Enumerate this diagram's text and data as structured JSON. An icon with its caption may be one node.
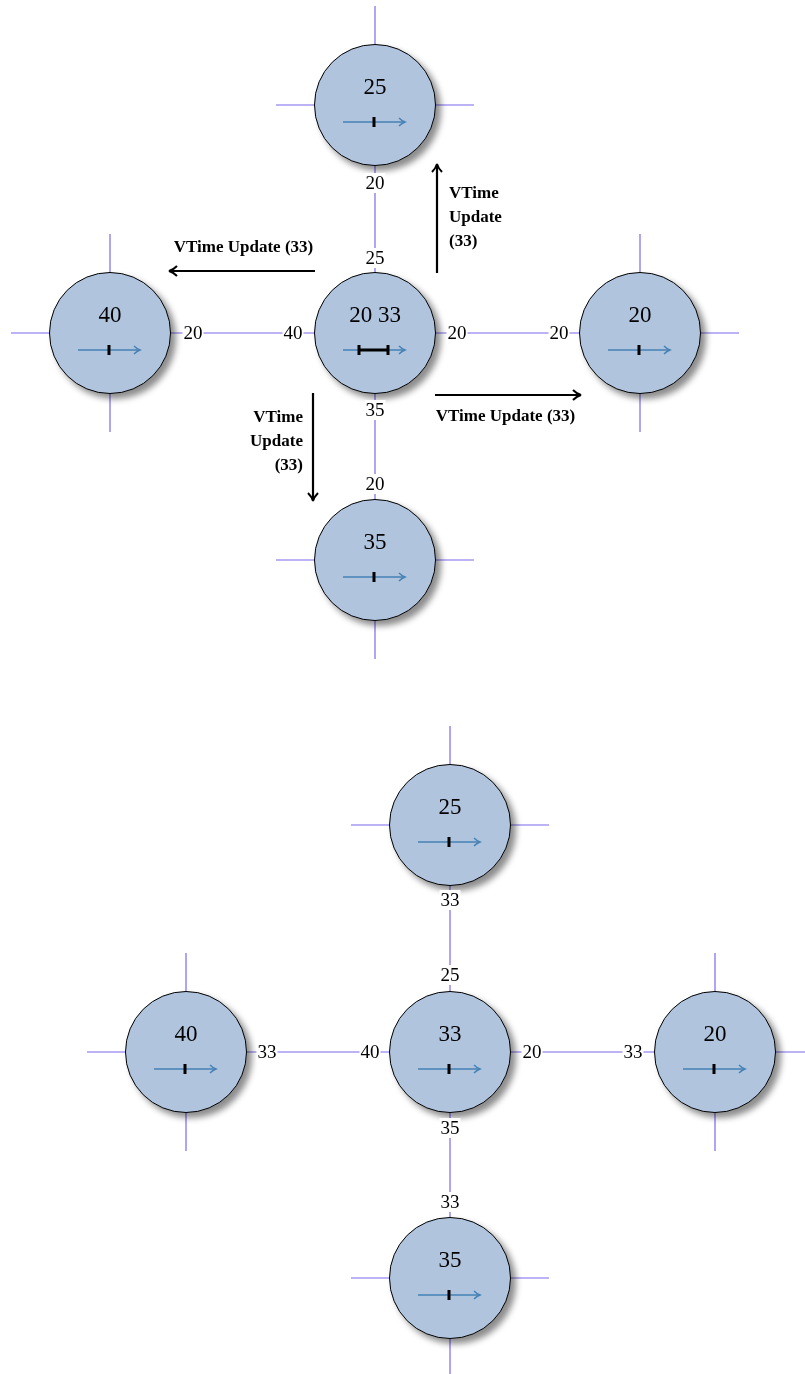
{
  "diagram": {
    "nodes": [
      {
        "text": [
          "25"
        ]
      },
      {
        "text": [
          "40"
        ]
      },
      {
        "text": [
          "20 33"
        ]
      },
      {
        "text": [
          "20"
        ]
      },
      {
        "text": [
          "35"
        ]
      },
      {
        "text": [
          "25"
        ]
      },
      {
        "text": [
          "40"
        ]
      },
      {
        "text": [
          "33"
        ]
      },
      {
        "text": [
          "20"
        ]
      },
      {
        "text": [
          "35"
        ]
      }
    ],
    "edges": [
      {
        "from": 2,
        "to": 0,
        "arrow": "none"
      },
      {
        "from": 2,
        "to": 1,
        "arrow": "none"
      },
      {
        "from": 2,
        "to": 3,
        "arrow": "none"
      },
      {
        "from": 2,
        "to": 4,
        "arrow": "none"
      },
      {
        "from": 7,
        "to": 5,
        "arrow": "none"
      },
      {
        "from": 7,
        "to": 6,
        "arrow": "none"
      },
      {
        "from": 7,
        "to": 8,
        "arrow": "none"
      },
      {
        "from": 7,
        "to": 9,
        "arrow": "none"
      },
      {
        "from": 0,
        "to": null,
        "arrow": "none"
      },
      {
        "from": 0,
        "to": null,
        "arrow": "none"
      },
      {
        "from": 0,
        "to": null,
        "arrow": "none"
      },
      {
        "from": 1,
        "to": null,
        "arrow": "none"
      },
      {
        "from": 1,
        "to": null,
        "arrow": "none"
      },
      {
        "from": 1,
        "to": null,
        "arrow": "none"
      },
      {
        "from": 3,
        "to": null,
        "arrow": "none"
      },
      {
        "from": 3,
        "to": null,
        "arrow": "none"
      },
      {
        "from": 3,
        "to": null,
        "arrow": "none"
      },
      {
        "from": 4,
        "to": null,
        "arrow": "none"
      },
      {
        "from": 4,
        "to": null,
        "arrow": "none"
      },
      {
        "from": 4,
        "to": null,
        "arrow": "none"
      },
      {
        "from": 5,
        "to": null,
        "arrow": "none"
      },
      {
        "from": 5,
        "to": null,
        "arrow": "none"
      },
      {
        "from": 5,
        "to": null,
        "arrow": "none"
      },
      {
        "from": 6,
        "to": null,
        "arrow": "none"
      },
      {
        "from": 6,
        "to": null,
        "arrow": "none"
      },
      {
        "from": 6,
        "to": null,
        "arrow": "none"
      },
      {
        "from": 8,
        "to": null,
        "arrow": "none"
      },
      {
        "from": 8,
        "to": null,
        "arrow": "none"
      },
      {
        "from": 8,
        "to": null,
        "arrow": "none"
      },
      {
        "from": 9,
        "to": null,
        "arrow": "none"
      },
      {
        "from": 9,
        "to": null,
        "arrow": "none"
      },
      {
        "from": 9,
        "to": null,
        "arrow": "none"
      },
      {
        "from": 2,
        "to": 0,
        "arrow": "to",
        "label": "VTime Update (33)",
        "color": "#000000"
      },
      {
        "from": 2,
        "to": 1,
        "arrow": "to",
        "label": "VTime Update (33)",
        "color": "#000000"
      },
      {
        "from": 2,
        "to": 3,
        "arrow": "to",
        "label": "VTime Update (33)",
        "color": "#000000"
      },
      {
        "from": 2,
        "to": 4,
        "arrow": "to",
        "label": "VTime Update (33)",
        "color": "#000000"
      }
    ],
    "labels": [
      "20",
      "25",
      "20",
      "40",
      "20",
      "20",
      "35",
      "20",
      "33",
      "25",
      "33",
      "40",
      "20",
      "33",
      "35",
      "33"
    ]
  }
}
